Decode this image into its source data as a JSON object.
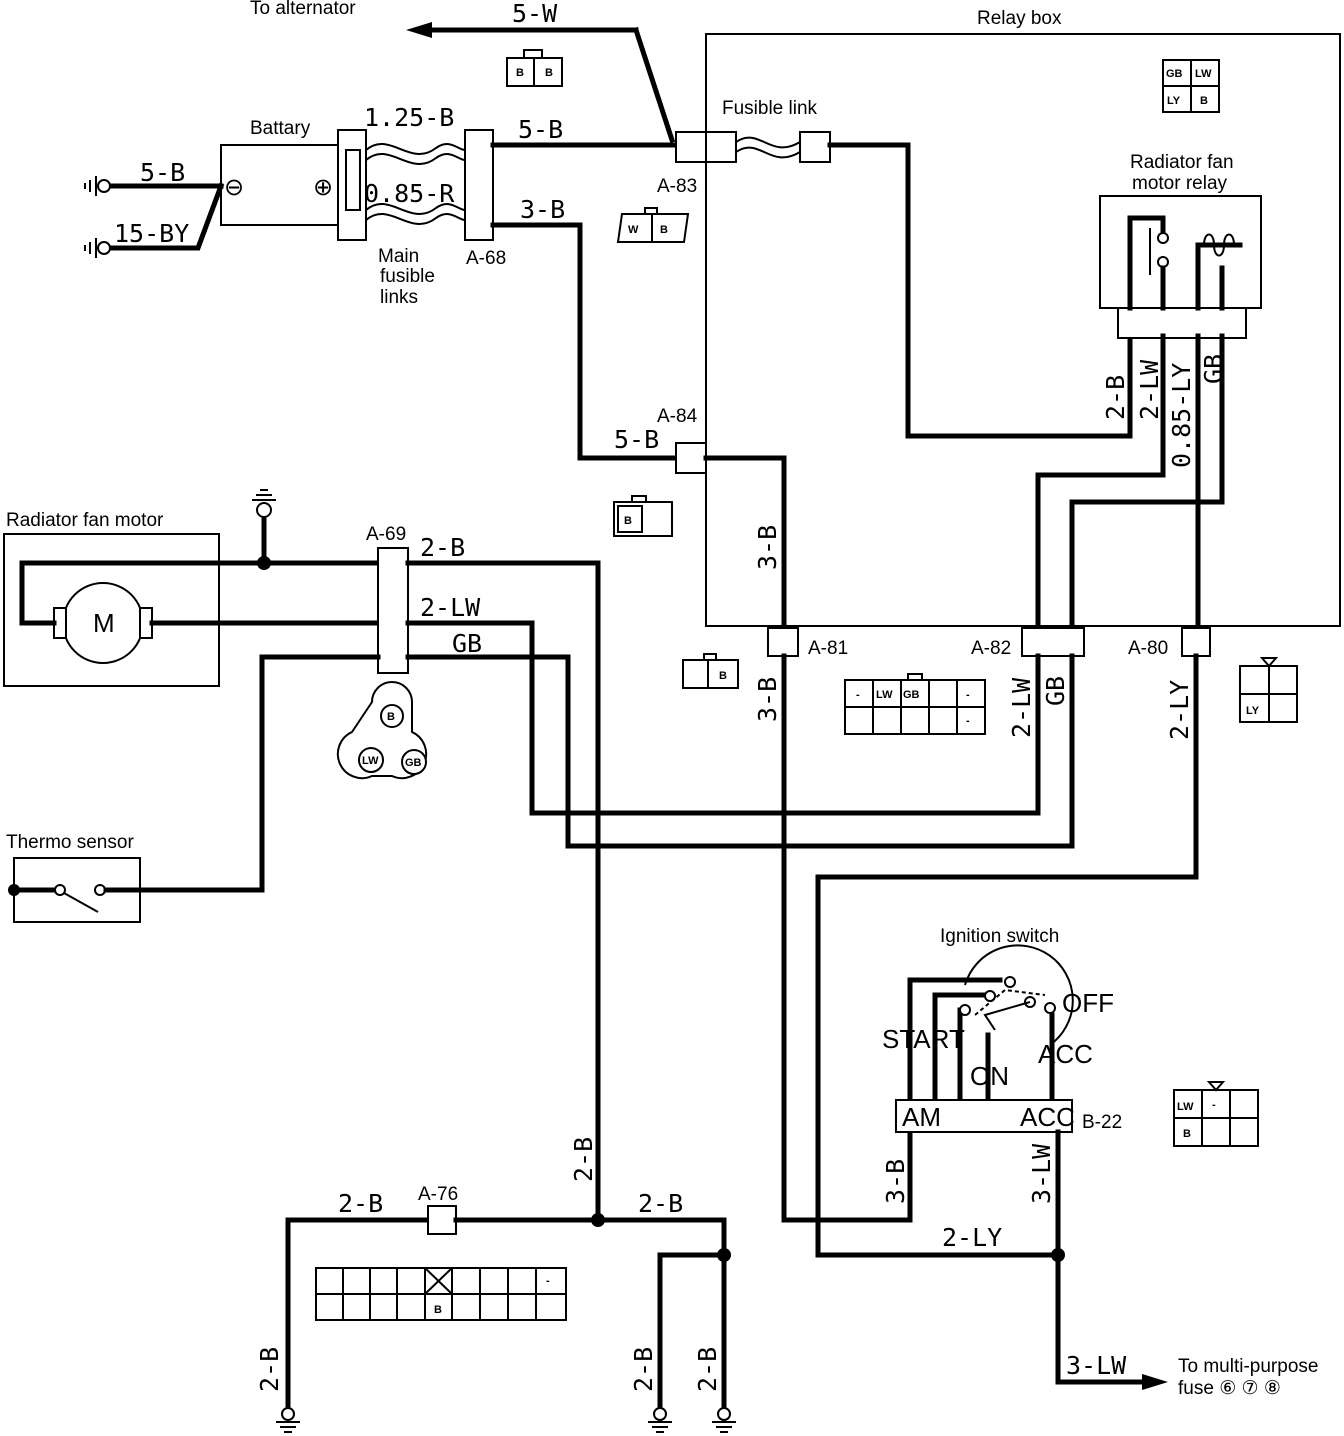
{
  "labels": {
    "to_alternator": "To alternator",
    "relay_box": "Relay box",
    "battery": "Battary",
    "main_fusible_links_1": "Main",
    "main_fusible_links_2": "fusible",
    "main_fusible_links_3": "links",
    "fusible_link": "Fusible link",
    "radiator_fan_motor_relay_1": "Radiator fan",
    "radiator_fan_motor_relay_2": "motor relay",
    "radiator_fan_motor": "Radiator fan motor",
    "motor_symbol": "M",
    "thermo_sensor": "Thermo sensor",
    "ignition_switch": "Ignition switch",
    "to_multi_purpose_1": "To multi-purpose",
    "to_multi_purpose_2": "fuse ⑥ ⑦ ⑧",
    "minus": "⊖",
    "plus": "⊕"
  },
  "connectors": {
    "a83": "A-83",
    "a68": "A-68",
    "a84": "A-84",
    "a69": "A-69",
    "a81": "A-81",
    "a82": "A-82",
    "a80": "A-80",
    "a76": "A-76",
    "b22": "B-22"
  },
  "wires": {
    "w_5w": "5-W",
    "w_5b_top": "5-B",
    "w_125b": "1.25-B",
    "w_085r": "0.85-R",
    "w_5b_bat": "5-B",
    "w_15by": "15-BY",
    "w_3b_top": "3-B",
    "w_5b_a84": "5-B",
    "w_2b_relay": "2-B",
    "w_2lw_relay": "2-LW",
    "w_085ly": "0.85-LY",
    "w_gb_relay": "GB",
    "w_3b_box": "3-B",
    "w_2b_a69": "2-B",
    "w_2lw_a69": "2-LW",
    "w_gb_a69": "GB",
    "w_3b_a81": "3-B",
    "w_2lw_a82": "2-LW",
    "w_gb_a82": "GB",
    "w_2ly_a80": "2-LY",
    "w_2b_vert": "2-B",
    "w_2b_left": "2-B",
    "w_2b_right": "2-B",
    "w_2b_gnd1": "2-B",
    "w_2b_gnd2": "2-B",
    "w_2b_gnd3": "2-B",
    "w_3b_b22": "3-B",
    "w_3lw_b22": "3-LW",
    "w_2ly_bottom": "2-LY",
    "w_3lw_out": "3-LW"
  },
  "ignition": {
    "off": "OFF",
    "start": "START",
    "acc": "ACC",
    "on": "ON",
    "am_pin": "AM",
    "acc_pin": "ACC"
  },
  "pins": {
    "b": "B",
    "w": "W",
    "gb": "GB",
    "lw": "LW",
    "ly": "LY",
    "dash": "-"
  }
}
